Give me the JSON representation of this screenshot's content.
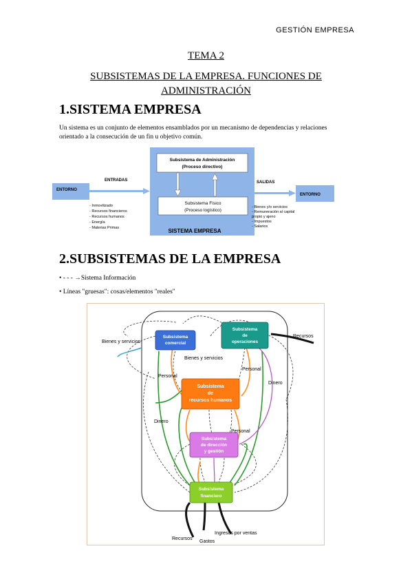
{
  "header": {
    "course": "GESTIÓN EMPRESA"
  },
  "title": {
    "tema": "TEMA 2",
    "line1": "SUBSISTEMAS DE LA EMPRESA. FUNCIONES DE",
    "line2": "ADMINISTRACIÓN"
  },
  "section1": {
    "heading": "1.SISTEMA EMPRESA",
    "text_line1": "Un sistema es un conjunto de elementos ensamblados por un mecanismo de dependencias y relaciones",
    "text_line2": "orientado a la consecución de un fin u objetivo común."
  },
  "diagram1": {
    "admin_line1": "Subsistema de Administración",
    "admin_line2": "(Proceso directivo)",
    "fisico_line1": "Subsistema Físico",
    "fisico_line2": "(Proceso logístico)",
    "entradas": "ENTRADAS",
    "salidas": "SALIDAS",
    "entorno_left": "ENTORNO",
    "entorno_right": "ENTORNO",
    "system_label": "SISTEMA EMPRESA",
    "inputs": [
      "- Inmovilizado",
      "- Recursos financieros",
      "- Recursos humanos",
      "- Energía",
      "- Materias Primas"
    ],
    "outputs": [
      "- Bienes y/o servicios",
      "- Remuneración al capital",
      "  propio y ajeno",
      "- Impuestos",
      "- Salarios"
    ]
  },
  "section2": {
    "heading": "2.SUBSISTEMAS DE LA EMPRESA",
    "bullet1_prefix": "• - - - ",
    "bullet1_arrow": "→",
    "bullet1_text": "Sistema Información",
    "bullet2": "• Líneas \"gruesas\": cosas/elementos \"reales\""
  },
  "diagram2": {
    "comercial": [
      "Subsistema",
      "comercial"
    ],
    "operaciones": [
      "Subsistema",
      "de",
      "operaciones"
    ],
    "rrhh": [
      "Subsistema",
      "de",
      "recursos humanos"
    ],
    "direccion": [
      "Subsistema",
      "de dirección",
      "y gestión"
    ],
    "financiero": [
      "Subsistema",
      "financiero"
    ],
    "bienes_servicios_out": "Bienes y servicios",
    "recursos_in": "Recursos",
    "bienes_servicios_mid": "Bienes y servicios",
    "personal1": "Personal",
    "personal2": "Personal",
    "personal3": "Personal",
    "dinero1": "Dinero",
    "dinero2": "Dinero",
    "recursos_bottom": "Recursos",
    "gastos": "Gastos",
    "ingresos": "Ingresos por ventas",
    "colors": {
      "comercial": "#3a6fd8",
      "operaciones": "#1a9a8a",
      "rrhh": "#ff7a10",
      "direccion": "#d97ae6",
      "financiero": "#8ccf2a"
    }
  }
}
